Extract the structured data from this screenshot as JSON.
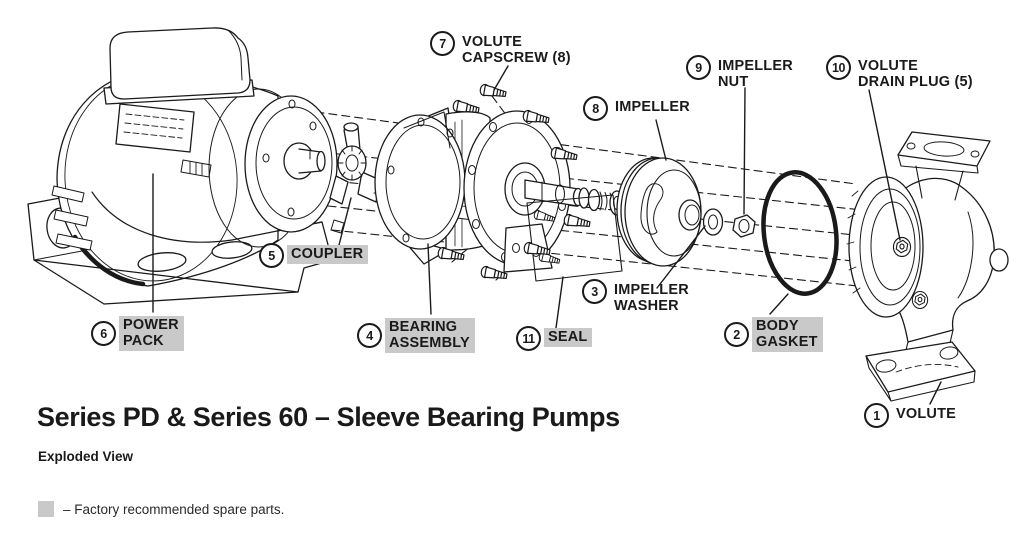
{
  "title": "Series PD & Series 60 – Sleeve Bearing Pumps",
  "subtitle": "Exploded View",
  "legend": {
    "text": "– Factory recommended spare parts."
  },
  "colors": {
    "line": "#1a1a1a",
    "highlight": "#c9c9c9",
    "background": "#ffffff"
  },
  "parts": [
    {
      "num": "1",
      "label": "VOLUTE",
      "highlighted": false
    },
    {
      "num": "2",
      "label": "BODY\nGASKET",
      "highlighted": true
    },
    {
      "num": "3",
      "label": "IMPELLER\nWASHER",
      "highlighted": false
    },
    {
      "num": "4",
      "label": "BEARING\nASSEMBLY",
      "highlighted": true
    },
    {
      "num": "5",
      "label": "COUPLER",
      "highlighted": true
    },
    {
      "num": "6",
      "label": "POWER\nPACK",
      "highlighted": true
    },
    {
      "num": "7",
      "label": "VOLUTE\nCAPSCREW (8)",
      "highlighted": false
    },
    {
      "num": "8",
      "label": "IMPELLER",
      "highlighted": false
    },
    {
      "num": "9",
      "label": "IMPELLER\nNUT",
      "highlighted": false
    },
    {
      "num": "10",
      "label": "VOLUTE\nDRAIN PLUG (5)",
      "highlighted": false
    },
    {
      "num": "11",
      "label": "SEAL",
      "highlighted": true
    }
  ]
}
